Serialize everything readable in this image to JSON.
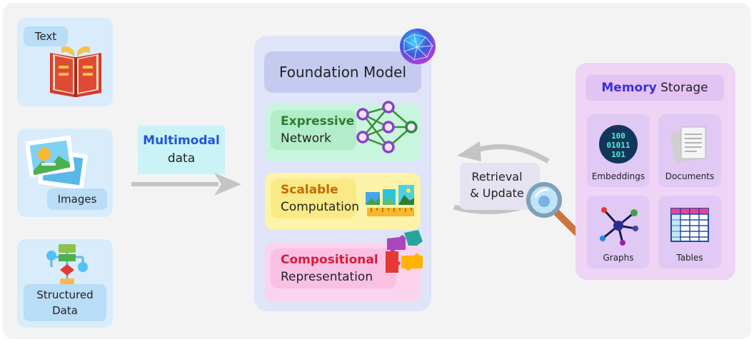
{
  "inputs": {
    "text_label": "Text",
    "images_label": "Images",
    "structured_label": "Structured Data"
  },
  "multimodal": {
    "highlight": "Multimodal",
    "rest": "data"
  },
  "foundation": {
    "title": "Foundation Model",
    "blocks": [
      {
        "highlight": "Expressive",
        "rest": "Network",
        "color": "#2e7d32"
      },
      {
        "highlight": "Scalable",
        "rest": "Computation",
        "color": "#c56a00"
      },
      {
        "highlight": "Compositional",
        "rest": "Representation",
        "color": "#d81b3a"
      }
    ]
  },
  "retrieval": {
    "line1": "Retrieval",
    "line2": "& Update"
  },
  "memory": {
    "highlight": "Memory",
    "rest": "Storage",
    "items": [
      "Embeddings",
      "Documents",
      "Graphs",
      "Tables"
    ]
  },
  "colors": {
    "multimodal_accent": "#2454d6",
    "memory_accent": "#3a2fd8"
  }
}
